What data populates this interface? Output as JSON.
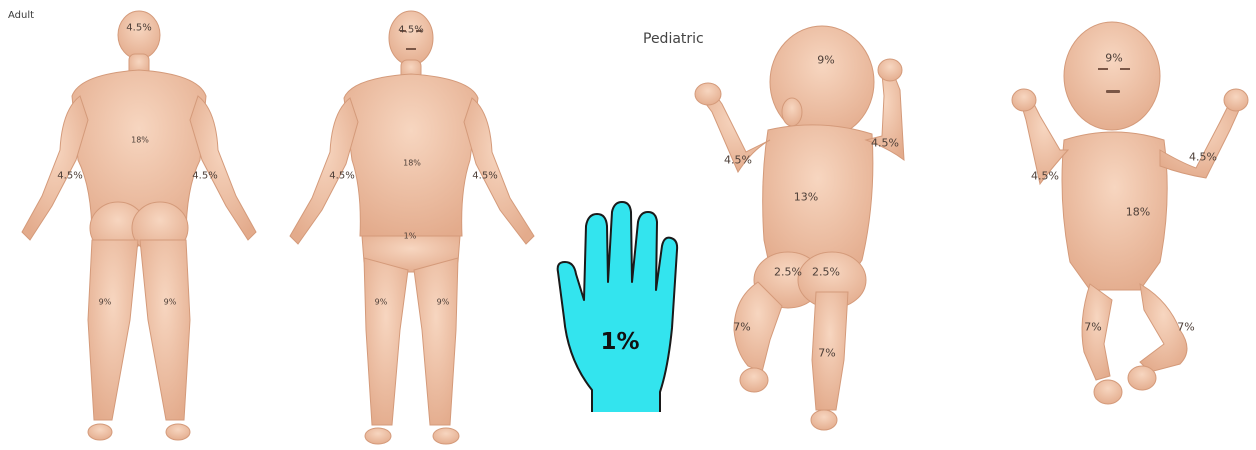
{
  "headings": {
    "adult": "Adult",
    "pediatric": "Pediatric"
  },
  "colors": {
    "skin": "#f1c6ab",
    "skin_shade": "#e0a888",
    "hand": "#33e4ee",
    "hand_outline": "#1a1a1a"
  },
  "hand": {
    "label": "1%"
  },
  "adult_back": {
    "head": "4.5%",
    "back": "18%",
    "arm_left": "4.5%",
    "arm_right": "4.5%",
    "leg_left": "9%",
    "leg_right": "9%"
  },
  "adult_front": {
    "head": "4.5%",
    "trunk": "18%",
    "arm_left": "4.5%",
    "arm_right": "4.5%",
    "genital": "1%",
    "leg_left": "9%",
    "leg_right": "9%"
  },
  "ped_back": {
    "head": "9%",
    "arm_left": "4.5%",
    "arm_right": "4.5%",
    "trunk": "13%",
    "buttock_left": "2.5%",
    "buttock_right": "2.5%",
    "leg_left": "7%",
    "leg_right": "7%"
  },
  "ped_front": {
    "head": "9%",
    "arm_left": "4.5%",
    "arm_right": "4.5%",
    "trunk": "18%",
    "leg_left": "7%",
    "leg_right": "7%"
  }
}
